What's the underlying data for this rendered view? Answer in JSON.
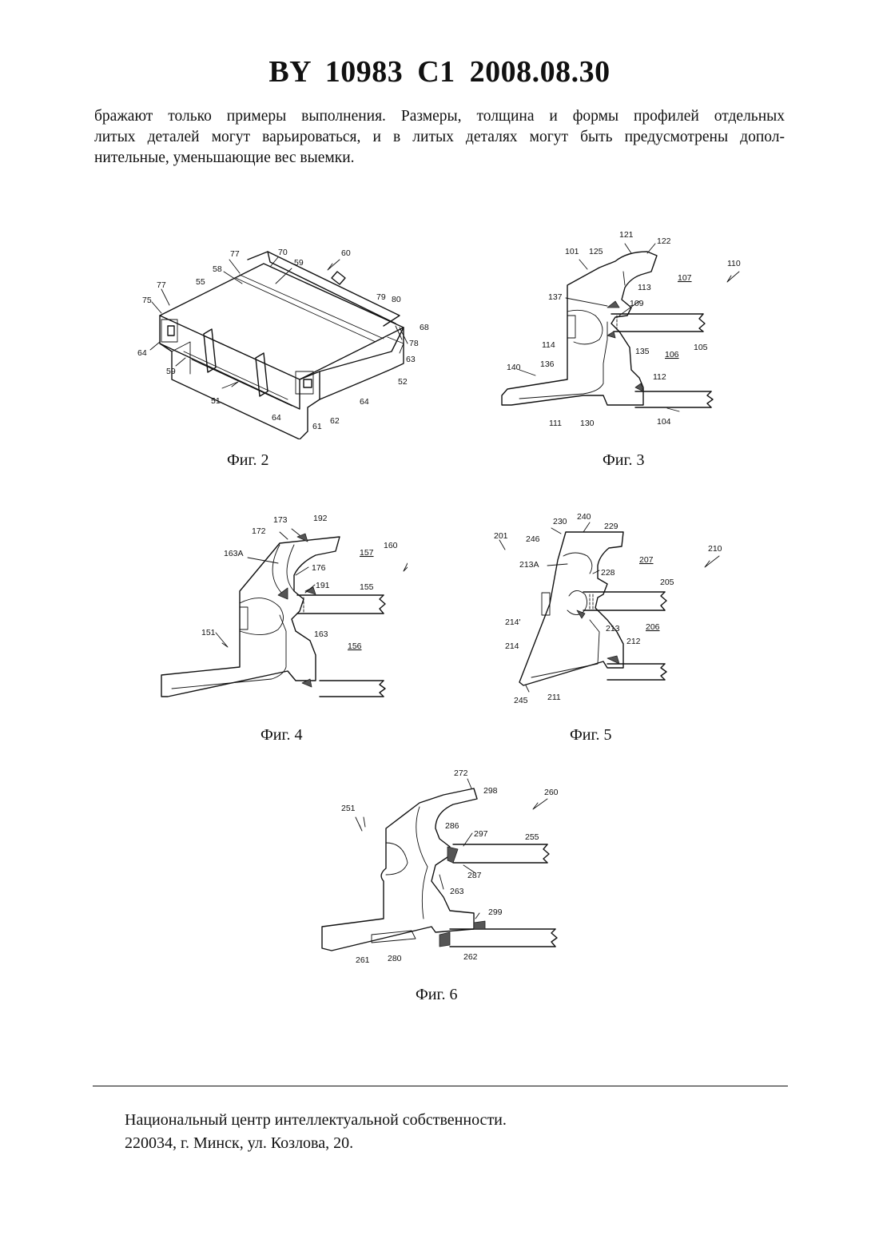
{
  "header": {
    "title": "BY 10983 C1 2008.08.30"
  },
  "body": {
    "lines": [
      "бражают только примеры выполнения. Размеры, толщина и формы профилей отдельных",
      "литых деталей могут варьироваться, и в литых деталях могут быть предусмотрены допол-",
      "нительные, уменьшающие вес выемки."
    ]
  },
  "figures": {
    "fig2": {
      "caption": "Фиг. 2",
      "labels": {
        "l77a": "77",
        "l70": "70",
        "l60": "60",
        "l59a": "59",
        "l58": "58",
        "l55": "55",
        "l77b": "77",
        "l75": "75",
        "l79": "79",
        "l80": "80",
        "l68": "68",
        "l78": "78",
        "l63": "63",
        "l52": "52",
        "l64a": "64",
        "l59b": "59",
        "l51": "51",
        "l64b": "64",
        "l61": "61",
        "l62": "62",
        "l64c": "64"
      }
    },
    "fig3": {
      "caption": "Фиг. 3",
      "labels": {
        "l121": "121",
        "l122": "122",
        "l101": "101",
        "l125": "125",
        "l110": "110",
        "l107": "107",
        "l113": "113",
        "l137": "137",
        "l109": "109",
        "l114": "114",
        "l135": "135",
        "l106": "106",
        "l105": "105",
        "l136": "136",
        "l140": "140",
        "l112": "112",
        "l111": "111",
        "l130": "130",
        "l104": "104"
      }
    },
    "fig4": {
      "caption": "Фиг. 4",
      "labels": {
        "l173": "173",
        "l192": "192",
        "l172": "172",
        "l157": "157",
        "l160": "160",
        "l163A": "163A",
        "l176": "176",
        "l191": "191",
        "l155": "155",
        "l151": "151",
        "l163": "163",
        "l156": "156"
      }
    },
    "fig5": {
      "caption": "Фиг. 5",
      "labels": {
        "l230": "230",
        "l240": "240",
        "l229": "229",
        "l201": "201",
        "l246": "246",
        "l210": "210",
        "l207": "207",
        "l213A": "213A",
        "l228": "228",
        "l205": "205",
        "l214p": "214'",
        "l213": "213",
        "l206": "206",
        "l214": "214",
        "l212": "212",
        "l245": "245",
        "l211": "211"
      }
    },
    "fig6": {
      "caption": "Фиг. 6",
      "labels": {
        "l272": "272",
        "l298": "298",
        "l260": "260",
        "l251": "251",
        "l286": "286",
        "l297": "297",
        "l255": "255",
        "l287": "287",
        "l263": "263",
        "l299": "299",
        "l261": "261",
        "l280": "280",
        "l262": "262"
      }
    }
  },
  "footer": {
    "line1": "Национальный центр интеллектуальной собственности.",
    "line2": "220034, г. Минск, ул. Козлова, 20."
  }
}
